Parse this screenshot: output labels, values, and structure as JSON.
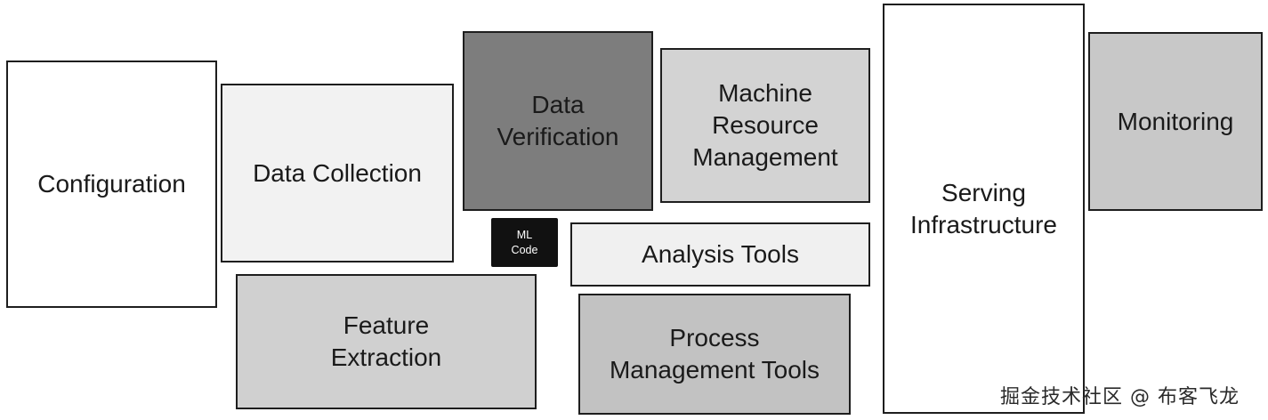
{
  "blocks": {
    "configuration": {
      "label": "Configuration",
      "fill": "#ffffff"
    },
    "data_collection": {
      "label": "Data Collection",
      "fill": "#f2f2f2"
    },
    "data_verification": {
      "label": "Data\nVerification",
      "fill": "#7d7d7d"
    },
    "machine_resource_management": {
      "label": "Machine\nResource\nManagement",
      "fill": "#d3d3d3"
    },
    "serving_infrastructure": {
      "label": "Serving\nInfrastructure",
      "fill": "#ffffff"
    },
    "monitoring": {
      "label": "Monitoring",
      "fill": "#c8c8c8"
    },
    "ml_code": {
      "label": "ML\nCode",
      "fill": "#111111"
    },
    "analysis_tools": {
      "label": "Analysis Tools",
      "fill": "#f0f0f0"
    },
    "feature_extraction": {
      "label": "Feature\nExtraction",
      "fill": "#d0d0d0"
    },
    "process_management_tools": {
      "label": "Process\nManagement Tools",
      "fill": "#c2c2c2"
    }
  },
  "watermark": "掘金技术社区 @ 布客飞龙"
}
